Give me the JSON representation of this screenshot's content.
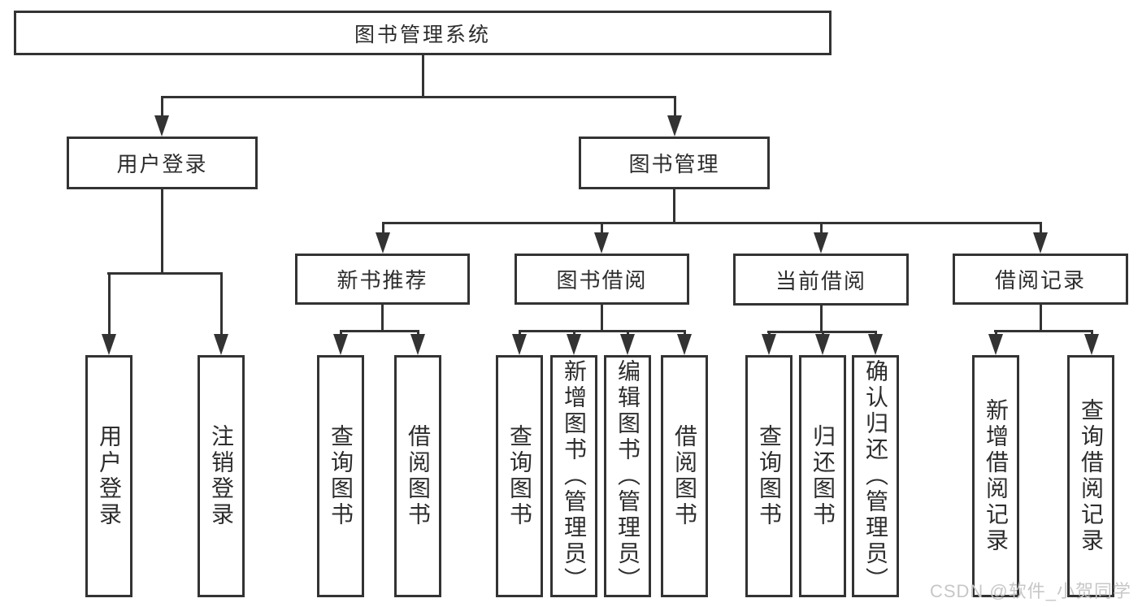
{
  "tree": {
    "label": "图书管理系统",
    "children": [
      {
        "label": "用户登录",
        "children": [
          {
            "label": "用户登录"
          },
          {
            "label": "注销登录"
          }
        ]
      },
      {
        "label": "图书管理",
        "children": [
          {
            "label": "新书推荐",
            "children": [
              {
                "label": "查询图书"
              },
              {
                "label": "借阅图书"
              }
            ]
          },
          {
            "label": "图书借阅",
            "children": [
              {
                "label": "查询图书"
              },
              {
                "label": "新增图书（管理员）"
              },
              {
                "label": "编辑图书（管理员）"
              },
              {
                "label": "借阅图书"
              }
            ]
          },
          {
            "label": "当前借阅",
            "children": [
              {
                "label": "查询图书"
              },
              {
                "label": "归还图书"
              },
              {
                "label": "确认归还（管理员）"
              }
            ]
          },
          {
            "label": "借阅记录",
            "children": [
              {
                "label": "新增借阅记录"
              },
              {
                "label": "查询借阅记录"
              }
            ]
          }
        ]
      }
    ]
  },
  "watermark": {
    "text": "CSDN @软件_小贺同学"
  },
  "colors": {
    "line": "#333333",
    "node_text": "#2d2d2d",
    "node_fill": "#ffffff",
    "background": "#ffffff",
    "watermark": "#c7c7c7"
  }
}
